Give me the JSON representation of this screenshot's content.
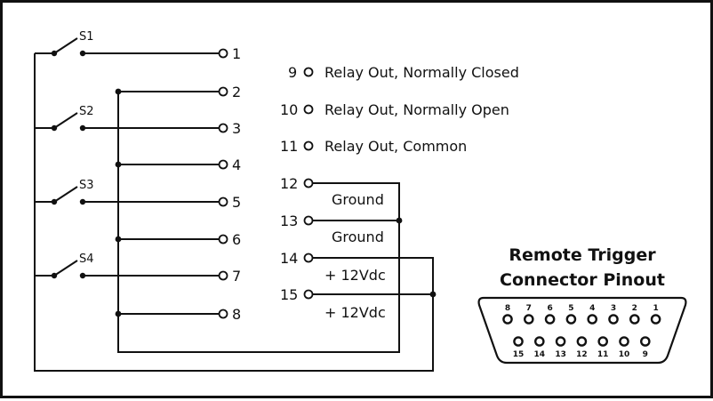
{
  "switches": [
    {
      "label": "S1"
    },
    {
      "label": "S2"
    },
    {
      "label": "S3"
    },
    {
      "label": "S4"
    }
  ],
  "left_terminals": [
    "1",
    "2",
    "3",
    "4",
    "5",
    "6",
    "7",
    "8"
  ],
  "relay_terminals": [
    {
      "pin": "9",
      "desc": "Relay Out, Normally Closed"
    },
    {
      "pin": "10",
      "desc": "Relay Out, Normally Open"
    },
    {
      "pin": "11",
      "desc": "Relay Out, Common"
    }
  ],
  "power_terminals": [
    {
      "pin": "12",
      "desc": "Ground"
    },
    {
      "pin": "13",
      "desc": "Ground"
    },
    {
      "pin": "14",
      "desc": "+ 12Vdc"
    },
    {
      "pin": "15",
      "desc": "+ 12Vdc"
    }
  ],
  "connector": {
    "title_line1": "Remote Trigger",
    "title_line2": "Connector Pinout",
    "top_row": [
      "8",
      "7",
      "6",
      "5",
      "4",
      "3",
      "2",
      "1"
    ],
    "bottom_row": [
      "15",
      "14",
      "13",
      "12",
      "11",
      "10",
      "9"
    ]
  }
}
